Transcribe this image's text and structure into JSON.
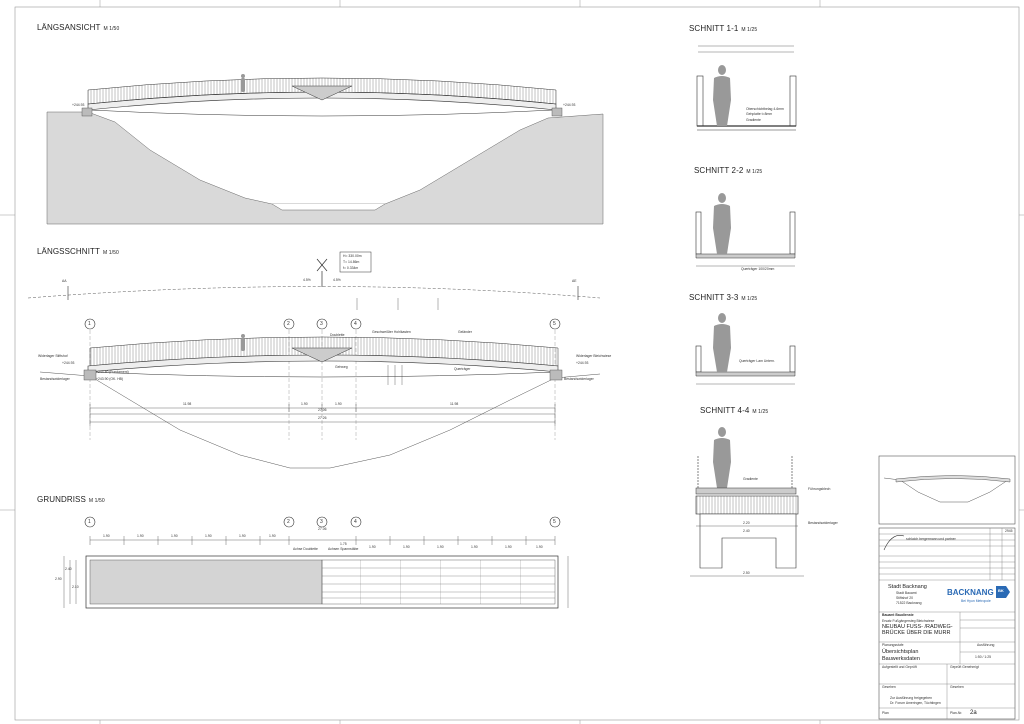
{
  "views": {
    "laengsansicht": {
      "title": "LÄNGSANSICHT",
      "scale": "M 1/50"
    },
    "laengsschnitt": {
      "title": "LÄNGSSCHNITT",
      "scale": "M 1/50"
    },
    "grundriss": {
      "title": "GRUNDRISS",
      "scale": "M 1/50"
    },
    "schnitt1": {
      "title": "SCHNITT 1-1",
      "scale": "M 1/25"
    },
    "schnitt2": {
      "title": "SCHNITT 2-2",
      "scale": "M 1/25"
    },
    "schnitt3": {
      "title": "SCHNITT 3-3",
      "scale": "M 1/25"
    },
    "schnitt4": {
      "title": "SCHNITT 4-4",
      "scale": "M 1/25"
    }
  },
  "axes": [
    "1",
    "2",
    "3",
    "4",
    "5"
  ],
  "profile": {
    "aa": "AA",
    "ae": "AE",
    "slope_left": "4.5%",
    "slope_right": "4.5%",
    "curve_params": [
      "H= 330.00m",
      "T= 14.86m",
      "f= 0.334m"
    ]
  },
  "section_labels": {
    "widerlager_left": "Widerlager Stiftshof",
    "widerlager_right": "Widerlager Bleichwiese",
    "elev_left": "+244.93",
    "elev_right": "+244.93",
    "doubletop": "Doublette",
    "geschweisste": "Geschweißter Hohlkasten",
    "gelaender": "Geländer",
    "gehweg": "Gehweg",
    "querstrebe": "Querträger",
    "elev_fund1": "+244.40 (Fundament)",
    "elev_fund2": "+243.90 (OK. HB)",
    "bestands": "Bestandswiderlager"
  },
  "dims": {
    "span_left": "11.98",
    "span_right": "11.98",
    "mid1": "1.90",
    "mid2": "1.90",
    "total1": "27.06",
    "total2": "27.26",
    "field": "1.90"
  },
  "plan_labels": {
    "achse": "Achse Doublette",
    "achsen": "Achsen Spannstäbe",
    "b175": "1.75",
    "w210": "2.10",
    "w240": "2.40",
    "w290": "2.90"
  },
  "schnitt_labels": {
    "s1_note": "Oberschichtbelag 4-6mm",
    "s1_note2": "Gehplatte t=8mm",
    "s1_grade": "Gradiente",
    "s2_note": "Querträger 100/20mm",
    "s3_note": "Querträger Lam Untern.",
    "s4_grade": "Gradiente",
    "s4_note": "Führungsblech",
    "s4_note2": "Bestandswiderlager",
    "w220": "2.20",
    "w240": "2.40",
    "w250": "2.50"
  },
  "title_block": {
    "project_no": "2945",
    "office": "schlaich bergermann und partner",
    "client": "Stadt Backnang",
    "client_dept": "Stadt Bauamt",
    "client_street": "Stiftshof 20",
    "client_city": "71522 Backnang",
    "brand": "BACKNANG",
    "brand_badge": "BK",
    "brand_sub": "Bei Hyun Metropole",
    "dept": "Bauamt Baudienste",
    "project_kind": "Ersatz Fußgängersteg Bleichwiese",
    "project_line1": "NEUBAU FUSS- /RADWEG-",
    "project_line2": "BRÜCKE ÜBER DIE MURR",
    "phase_label": "Planungsstufe",
    "phase_value": "Ausführung",
    "drawing_line1": "Übersichtsplan",
    "drawing_line2": "Bauwerksdaten",
    "scale_value": "1:50 / 1:25",
    "aufgestellt": "Aufgestellt und Geprüft",
    "geprueft": "Geprüft Genehmigt",
    "gesehen1": "Gesehen",
    "gesehen2": "Gesehen",
    "freigabe1": "Zur Ausführung freigegeben",
    "freigabe2": "Dr. Forum Ameringen, Tüchtingen",
    "plan_label": "Plan",
    "plan_no_label": "Plan-Nr.",
    "plan_no": "2a"
  },
  "colors": {
    "line": "#333333",
    "fill_grey": "#d4d4d4",
    "fill_light": "#e7e7e7",
    "brand_blue": "#2a6ab5"
  }
}
